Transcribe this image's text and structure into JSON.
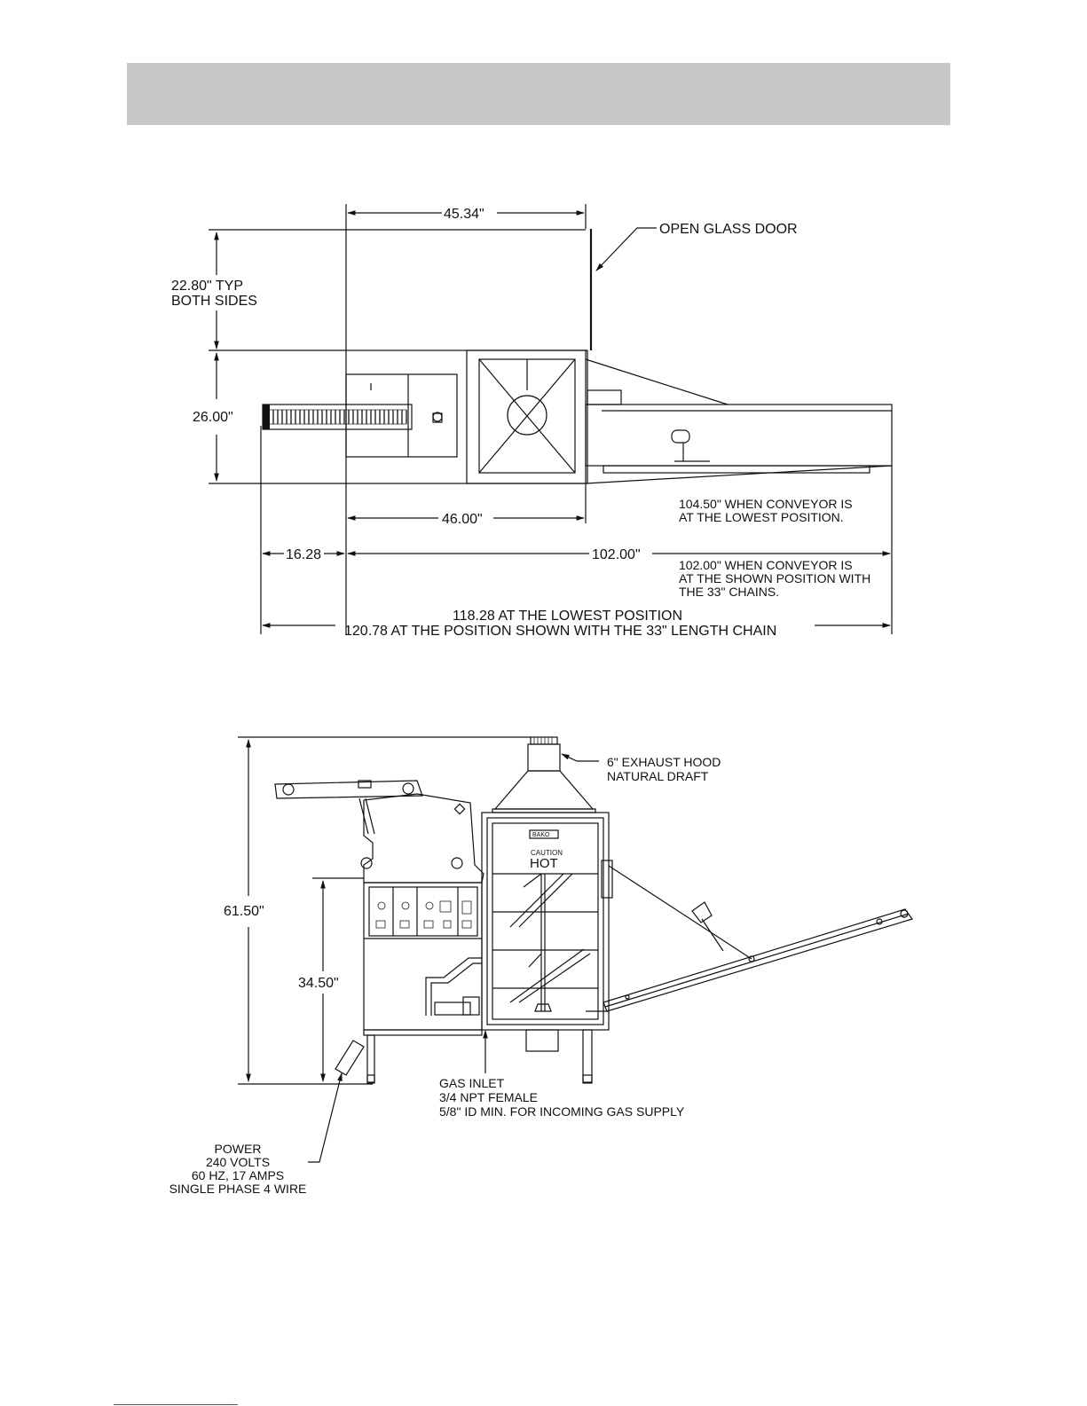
{
  "top_view": {
    "dim_45_34": "45.34\"",
    "open_glass_door": "OPEN GLASS DOOR",
    "dim_22_80_line1": "22.80\" TYP",
    "dim_22_80_line2": "BOTH SIDES",
    "dim_26_00": "26.00\"",
    "dim_46_00": "46.00\"",
    "note_104_line1": "104.50\" WHEN CONVEYOR IS",
    "note_104_line2": "AT THE LOWEST POSITION.",
    "dim_16_28": "16.28",
    "dim_102_00": "102.00\"",
    "note_102_line1": "102.00\" WHEN CONVEYOR IS",
    "note_102_line2": "AT THE SHOWN POSITION WITH",
    "note_102_line3": "THE 33\" CHAINS.",
    "overall_line1": "118.28 AT THE LOWEST POSITION",
    "overall_line2": "120.78 AT THE POSITION SHOWN WITH THE 33\" LENGTH CHAIN"
  },
  "side_view": {
    "exhaust_line1": "6\" EXHAUST HOOD",
    "exhaust_line2": "NATURAL DRAFT",
    "brand_badge": "BAKO",
    "caution": "CAUTION",
    "hot": "HOT",
    "dim_61_50": "61.50\"",
    "dim_34_50": "34.50\"",
    "gas_line1": "GAS INLET",
    "gas_line2": "3/4 NPT FEMALE",
    "gas_line3": "5/8\" ID MIN. FOR INCOMING GAS SUPPLY",
    "power_line1": "POWER",
    "power_line2": "240 VOLTS",
    "power_line3": "60 HZ, 17 AMPS",
    "power_line4": "SINGLE PHASE 4 WIRE"
  }
}
